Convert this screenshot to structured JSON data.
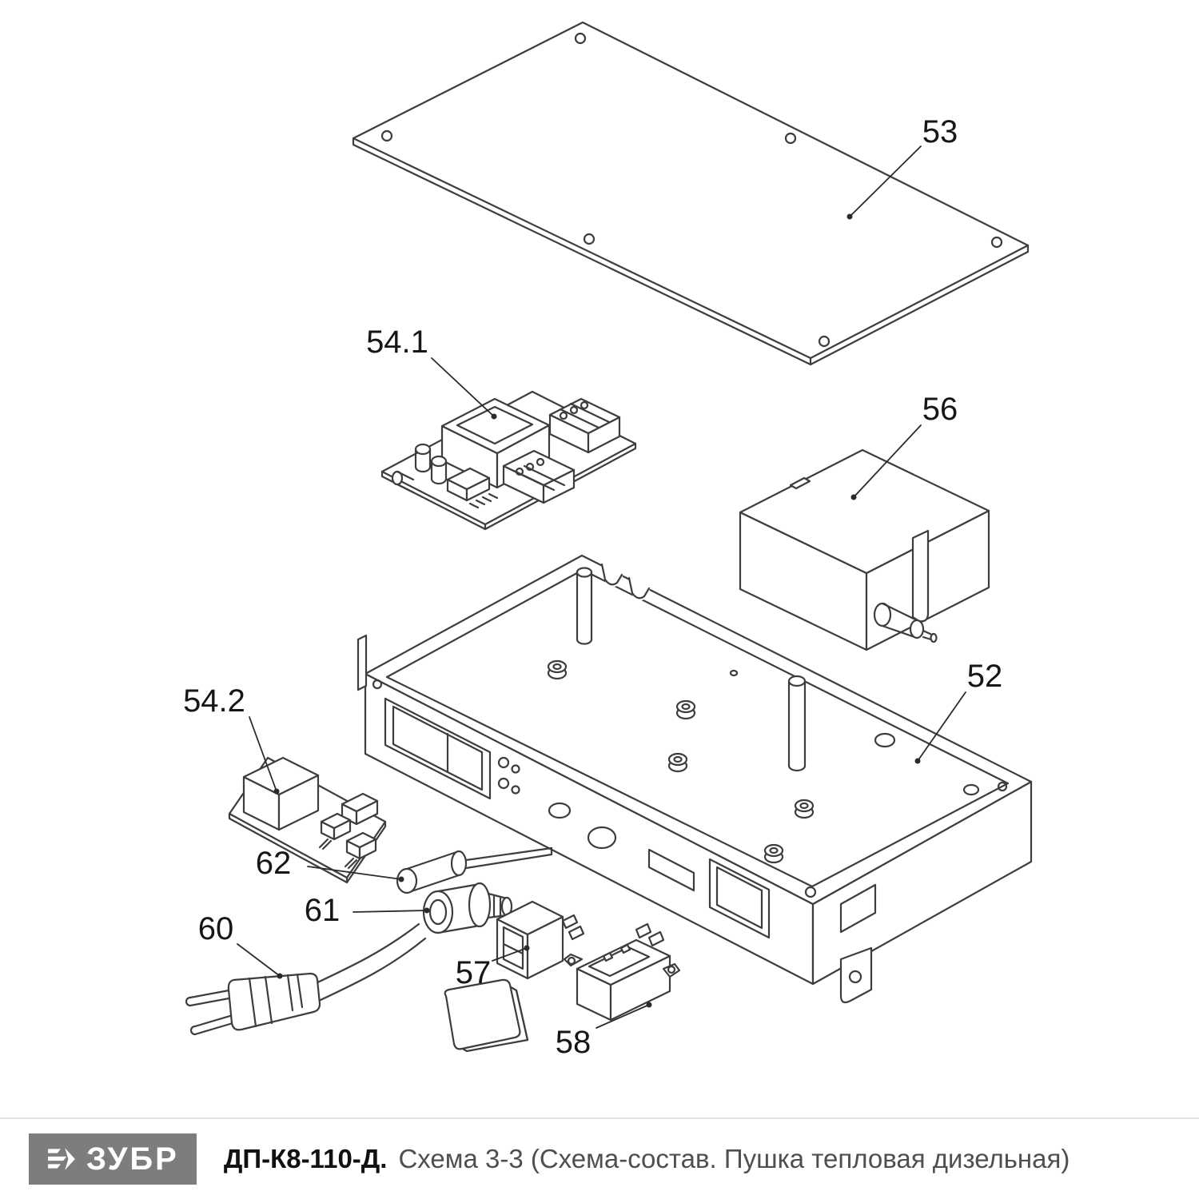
{
  "diagram": {
    "part_labels": [
      "53",
      "54.1",
      "56",
      "52",
      "54.2",
      "62",
      "61",
      "60",
      "57",
      "58"
    ]
  },
  "footer": {
    "brand": "ЗУБР",
    "model": "ДП-К8-110-Д.",
    "subtitle": "Схема 3-3 (Схема-состав. Пушка тепловая дизельная)"
  },
  "colors": {
    "line": "#3d3d3d",
    "label_text": "#161616",
    "footer_logo_bg": "#7d7d7f",
    "footer_logo_text": "#ffffff",
    "footer_model_text": "#111111",
    "footer_subtitle_text": "#4f4f4f"
  }
}
